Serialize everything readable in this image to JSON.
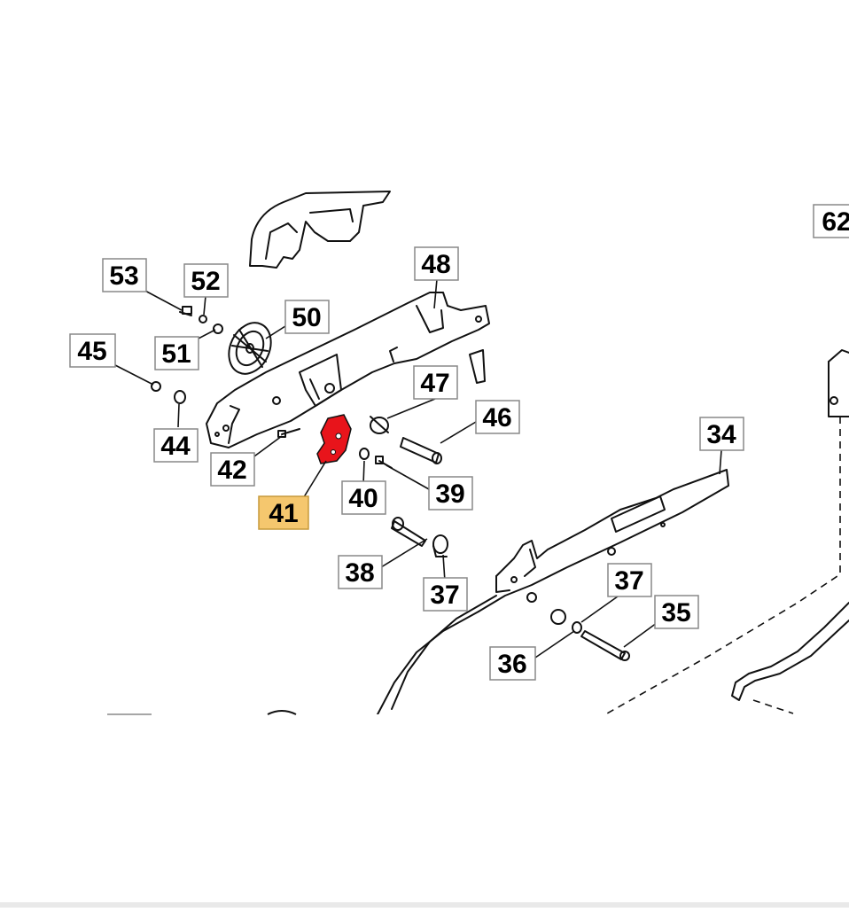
{
  "diagram": {
    "highlight_color": "#f5c76e",
    "part_color": "#e8141b",
    "callouts": [
      {
        "id": "53",
        "label": "53"
      },
      {
        "id": "52",
        "label": "52"
      },
      {
        "id": "51",
        "label": "51"
      },
      {
        "id": "50",
        "label": "50"
      },
      {
        "id": "48",
        "label": "48"
      },
      {
        "id": "45",
        "label": "45"
      },
      {
        "id": "44",
        "label": "44"
      },
      {
        "id": "47",
        "label": "47"
      },
      {
        "id": "46",
        "label": "46"
      },
      {
        "id": "42",
        "label": "42"
      },
      {
        "id": "41",
        "label": "41",
        "highlighted": true
      },
      {
        "id": "40",
        "label": "40"
      },
      {
        "id": "39",
        "label": "39"
      },
      {
        "id": "38",
        "label": "38"
      },
      {
        "id": "37a",
        "label": "37"
      },
      {
        "id": "37b",
        "label": "37"
      },
      {
        "id": "36",
        "label": "36"
      },
      {
        "id": "35",
        "label": "35"
      },
      {
        "id": "34",
        "label": "34"
      },
      {
        "id": "62",
        "label": "62"
      }
    ]
  }
}
